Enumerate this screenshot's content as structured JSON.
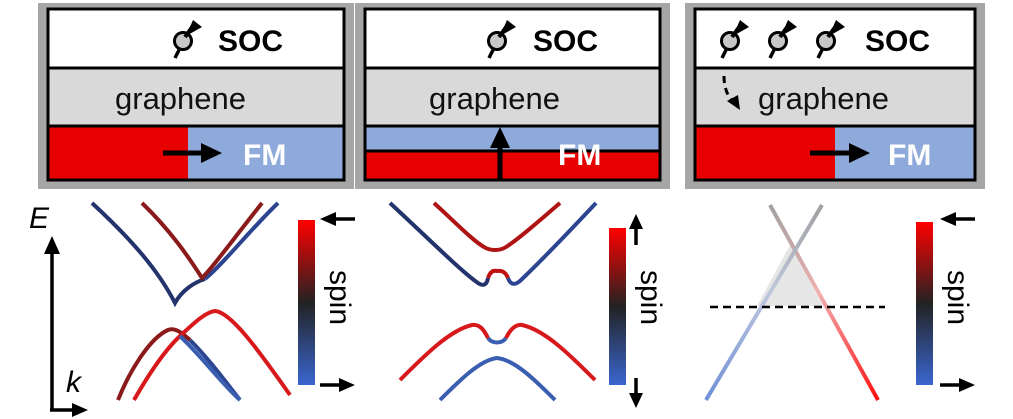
{
  "panels": [
    {
      "soc_label": "SOC",
      "graphene_label": "graphene",
      "fm_label": "FM",
      "magnetization": "in-plane",
      "proximity_arrow": false,
      "soc_spins": 1
    },
    {
      "soc_label": "SOC",
      "graphene_label": "graphene",
      "fm_label": "FM",
      "magnetization": "out-of-plane",
      "proximity_arrow": false,
      "soc_spins": 1
    },
    {
      "soc_label": "SOC",
      "graphene_label": "graphene",
      "fm_label": "FM",
      "magnetization": "in-plane",
      "proximity_arrow": true,
      "soc_spins": 3
    }
  ],
  "colorbars": [
    {
      "label": "spin",
      "top_arrow": "left",
      "bottom_arrow": "right"
    },
    {
      "label": "spin",
      "top_arrow": "up",
      "bottom_arrow": "down"
    },
    {
      "label": "spin",
      "top_arrow": "left",
      "bottom_arrow": "right"
    }
  ],
  "axes": {
    "y_label": "E",
    "x_label": "k"
  },
  "colors": {
    "fm_red": "#e60000",
    "fm_blue": "#8eaadb",
    "graphene_gray": "#d9d9d9",
    "frame_gray": "#a6a6a6",
    "band_red": "#e31a1c",
    "band_darkred": "#8b1a1a",
    "band_blue": "#3a5fb0",
    "band_darkblue": "#23336b"
  }
}
